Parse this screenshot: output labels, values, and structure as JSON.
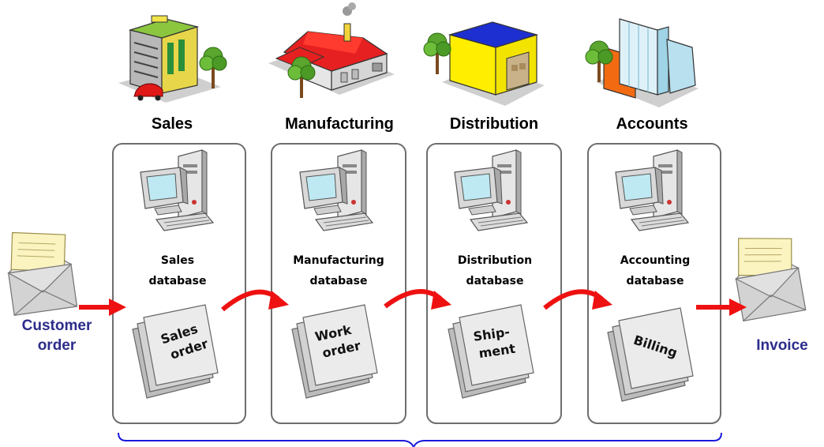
{
  "departments": [
    {
      "name": "Sales",
      "building": "sales-building",
      "database": [
        "Sales",
        "database"
      ],
      "document": [
        "Sales",
        "order"
      ]
    },
    {
      "name": "Manufacturing",
      "building": "factory",
      "database": [
        "Manufacturing",
        "database"
      ],
      "document": [
        "Work",
        "order"
      ]
    },
    {
      "name": "Distribution",
      "building": "warehouse",
      "database": [
        "Distribution",
        "database"
      ],
      "document": [
        "Ship-",
        "ment"
      ]
    },
    {
      "name": "Accounts",
      "building": "office-tower",
      "database": [
        "Accounting",
        "database"
      ],
      "document": [
        "Billing"
      ]
    }
  ],
  "input": {
    "label": [
      "Customer",
      "order"
    ],
    "icon": "envelope-letter-icon"
  },
  "output": {
    "label": [
      "Invoice"
    ],
    "icon": "envelope-letter-icon"
  },
  "colors": {
    "arrow": "#ee1111",
    "bracket": "#1a1adc",
    "end_label": "#2c2c8c",
    "box_border": "#6e6e6e"
  }
}
